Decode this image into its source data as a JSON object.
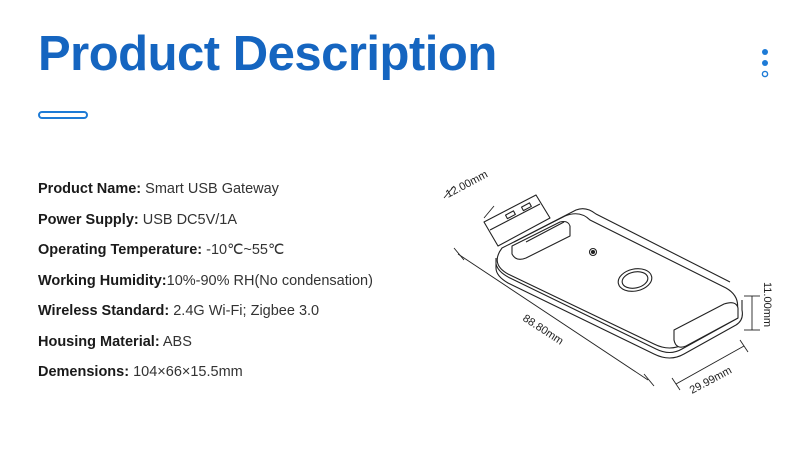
{
  "header": {
    "title": "Product Description"
  },
  "specs": [
    {
      "label": "Product Name:",
      "value": " Smart USB Gateway"
    },
    {
      "label": "Power Supply:",
      "value": " USB DC5V/1A"
    },
    {
      "label": "Operating Temperature:",
      "value": " -10℃~55℃"
    },
    {
      "label": "Working Humidity:",
      "value": "10%-90% RH(No condensation)"
    },
    {
      "label": "Wireless Standard:",
      "value": " 2.4G Wi-Fi; Zigbee 3.0"
    },
    {
      "label": "Housing Material:",
      "value": " ABS"
    },
    {
      "label": "Demensions:",
      "value": " 104×66×15.5mm"
    }
  ],
  "dimensions": {
    "plug_width": "12.00mm",
    "length": "88.80mm",
    "height": "11.00mm",
    "width": "29.99mm"
  },
  "colors": {
    "accent": "#1565c0",
    "text": "#222222"
  },
  "icons": {
    "menu": "vertical-dots-icon",
    "device": "usb-gateway-drawing"
  }
}
